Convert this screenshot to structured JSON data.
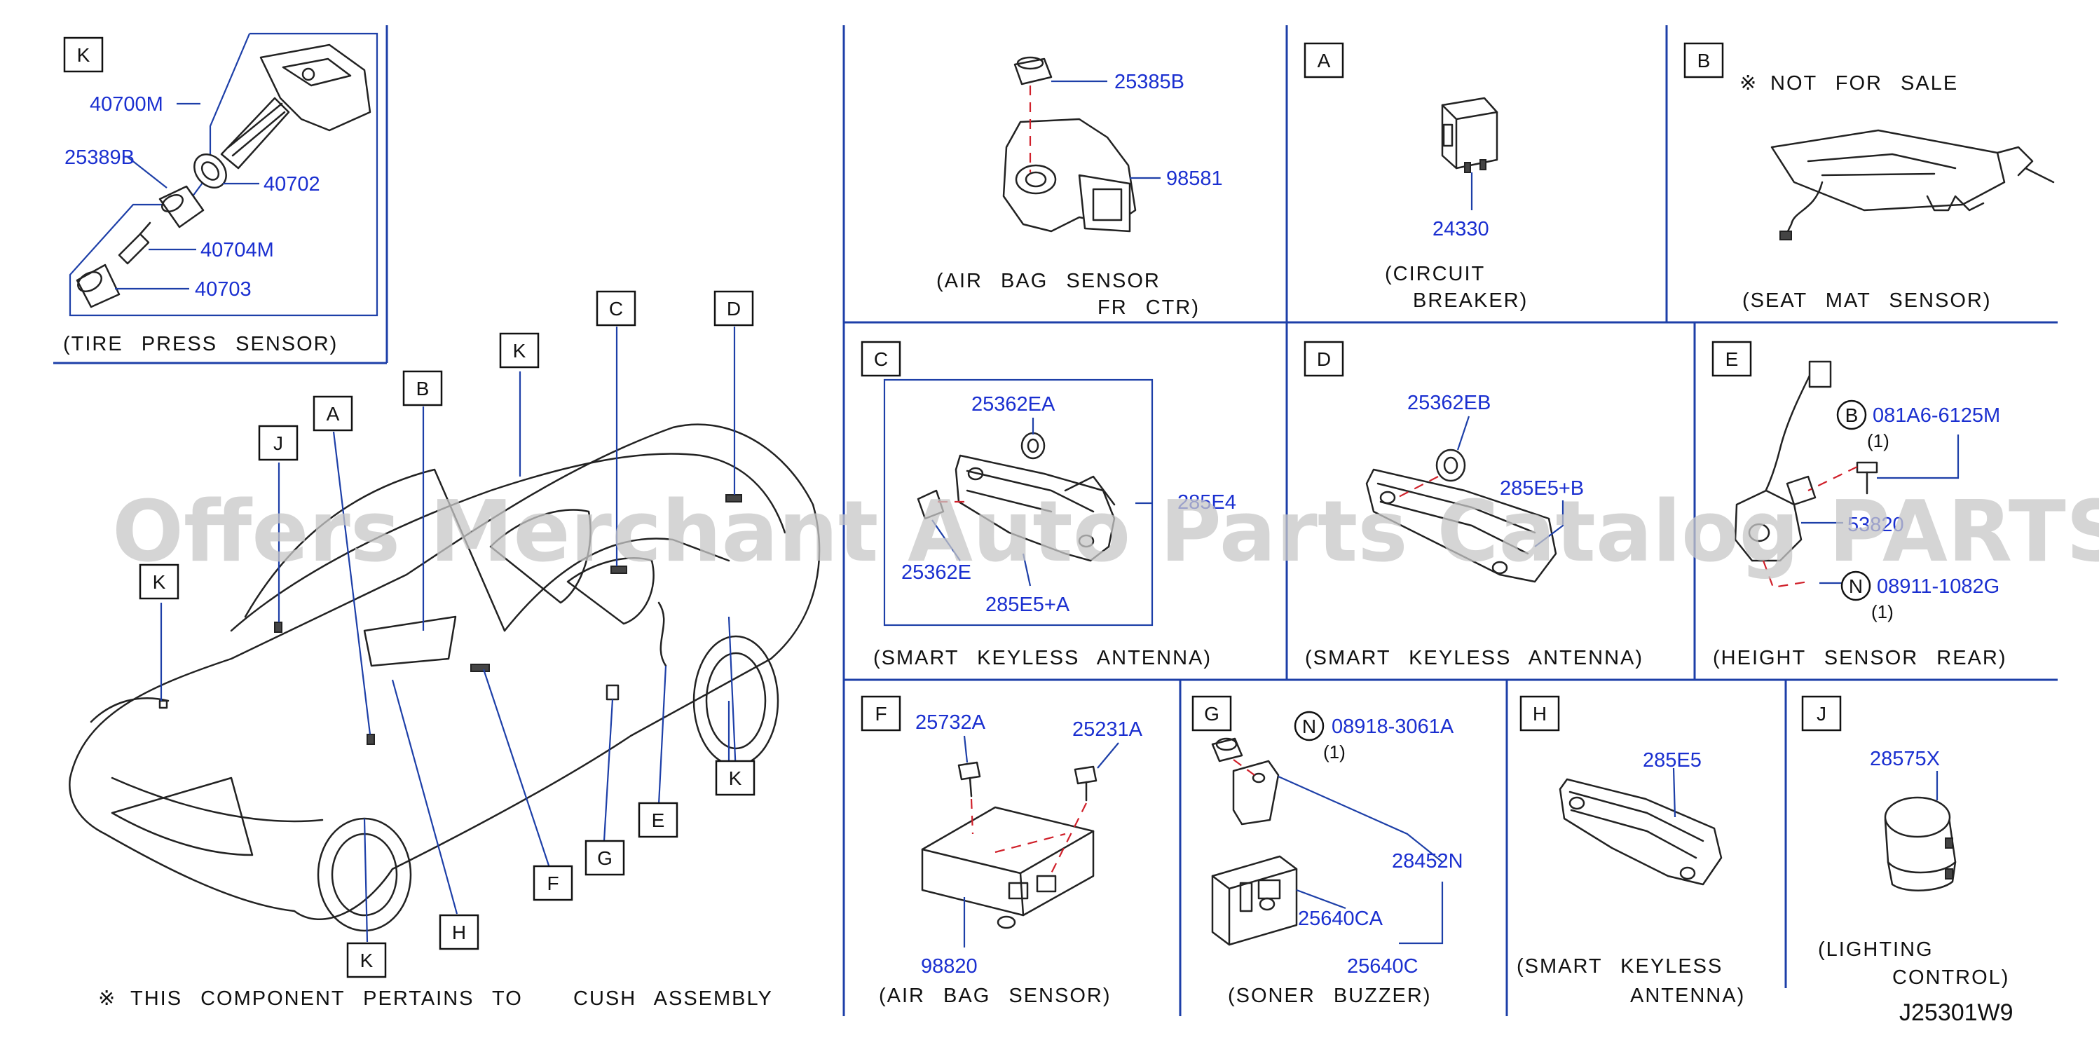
{
  "watermark": "Offers Merchant Auto Parts Catalog PARTSTORE.SA",
  "diagram_code": "J25301W9",
  "footnote": {
    "symbol": "※",
    "text": "THIS   COMPONENT   PERTAINS   TO",
    "assembly": "CUSH   ASSEMBLY"
  },
  "car_callouts": [
    "K",
    "J",
    "A",
    "B",
    "K",
    "C",
    "D",
    "K",
    "K",
    "H",
    "F",
    "G",
    "E",
    "K"
  ],
  "panels": {
    "K": {
      "letter": "K",
      "parts": [
        "40700M",
        "25389B",
        "40702",
        "40704M",
        "40703"
      ],
      "caption": "(TIRE   PRESS   SENSOR)"
    },
    "airbag_fr": {
      "parts": [
        "25385B",
        "98581"
      ],
      "caption_1": "(AIR   BAG   SENSOR",
      "caption_2": "FR   CTR)"
    },
    "A": {
      "letter": "A",
      "parts": [
        "24330"
      ],
      "caption_1": "(CIRCUIT",
      "caption_2": "BREAKER)"
    },
    "B": {
      "letter": "B",
      "note_symbol": "※",
      "note": "NOT   FOR   SALE",
      "caption": "(SEAT   MAT   SENSOR)"
    },
    "C": {
      "letter": "C",
      "parts": [
        "25362EA",
        "285E4",
        "25362E",
        "285E5+A"
      ],
      "caption": "(SMART   KEYLESS   ANTENNA)"
    },
    "D": {
      "letter": "D",
      "parts": [
        "25362EB",
        "285E5+B"
      ],
      "caption": "(SMART   KEYLESS   ANTENNA)"
    },
    "E": {
      "letter": "E",
      "bolt_symbol": "B",
      "bolt_part": "081A6-6125M",
      "bolt_qty": "(1)",
      "sensor_part": "53820",
      "nut_symbol": "N",
      "nut_part": "08911-1082G",
      "nut_qty": "(1)",
      "caption": "(HEIGHT   SENSOR   REAR)"
    },
    "F": {
      "letter": "F",
      "parts": [
        "25732A",
        "25231A",
        "98820"
      ],
      "caption": "(AIR   BAG   SENSOR)"
    },
    "G": {
      "letter": "G",
      "nut_symbol": "N",
      "nut_part": "08918-3061A",
      "nut_qty": "(1)",
      "parts": [
        "28452N",
        "25640CA",
        "25640C"
      ],
      "caption": "(SONER   BUZZER)"
    },
    "H": {
      "letter": "H",
      "parts": [
        "285E5"
      ],
      "caption_1": "(SMART   KEYLESS",
      "caption_2": "ANTENNA)"
    },
    "J": {
      "letter": "J",
      "parts": [
        "28575X"
      ],
      "caption_1": "(LIGHTING",
      "caption_2": "CONTROL)"
    }
  }
}
